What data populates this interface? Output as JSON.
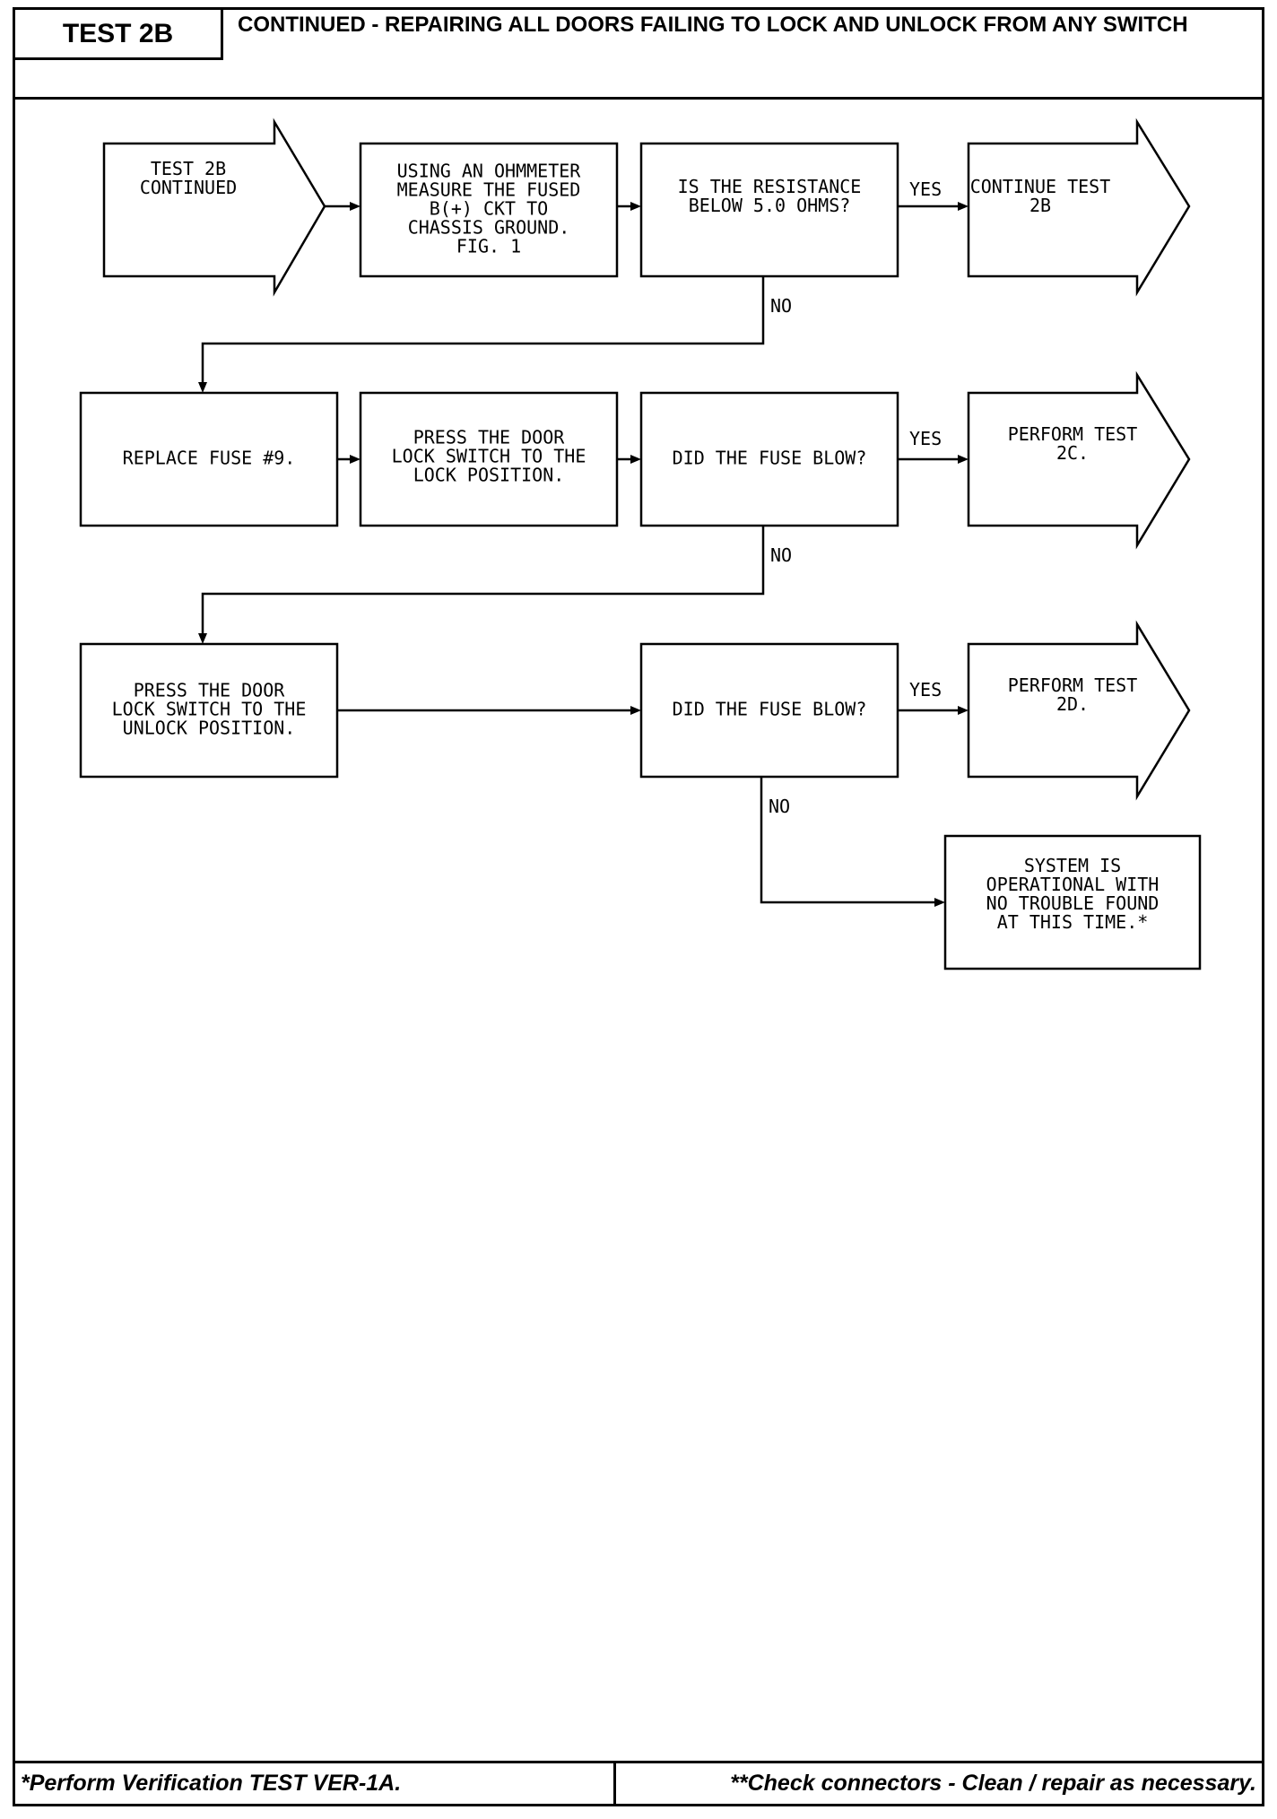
{
  "header": {
    "test_id": "TEST 2B",
    "title": "CONTINUED - REPAIRING ALL DOORS FAILING TO LOCK AND UNLOCK FROM ANY SWITCH"
  },
  "nodes": {
    "start": [
      "TEST 2B",
      "CONTINUED"
    ],
    "measure": [
      "USING AN OHMMETER",
      "MEASURE THE FUSED",
      "B(+) CKT TO",
      "CHASSIS GROUND.",
      "FIG. 1"
    ],
    "resistance_q": [
      "IS THE RESISTANCE",
      "BELOW 5.0 OHMS?"
    ],
    "continue": [
      "CONTINUE TEST",
      "2B"
    ],
    "replace_fuse": [
      "REPLACE FUSE #9."
    ],
    "press_lock": [
      "PRESS THE DOOR",
      "LOCK SWITCH TO THE",
      "LOCK POSITION."
    ],
    "fuse_q1": [
      "DID THE FUSE BLOW?"
    ],
    "perform_2c": [
      "PERFORM TEST",
      "2C."
    ],
    "press_unlock": [
      "PRESS THE DOOR",
      "LOCK SWITCH TO THE",
      "UNLOCK POSITION."
    ],
    "fuse_q2": [
      "DID THE FUSE BLOW?"
    ],
    "perform_2d": [
      "PERFORM TEST",
      "2D."
    ],
    "operational": [
      "SYSTEM IS",
      "OPERATIONAL WITH",
      "NO TROUBLE FOUND",
      "AT THIS TIME.*"
    ]
  },
  "labels": {
    "yes": "YES",
    "no": "NO"
  },
  "footer": {
    "left": "*Perform Verification TEST VER-1A.",
    "right": "**Check connectors - Clean / repair as necessary."
  }
}
